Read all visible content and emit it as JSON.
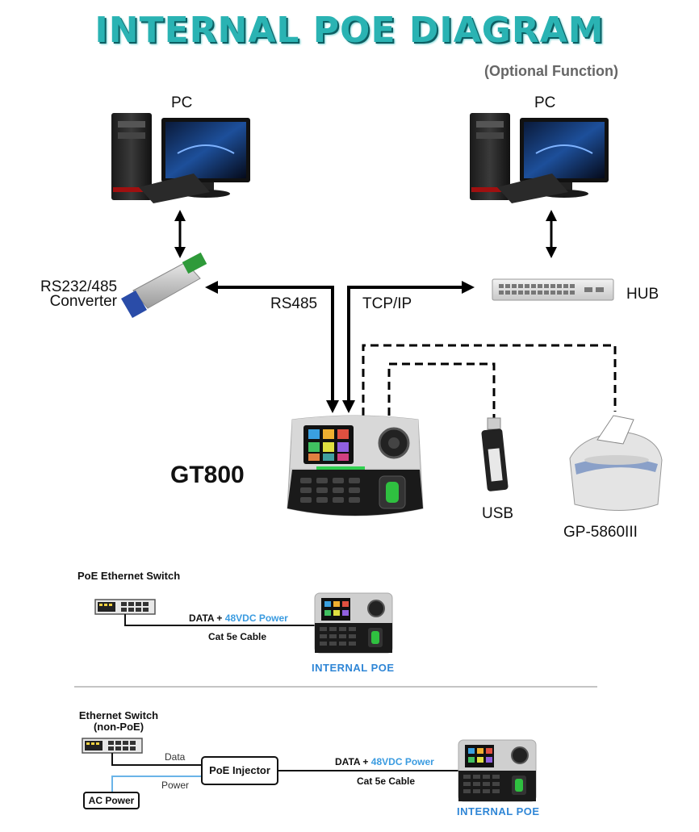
{
  "title": "INTERNAL POE DIAGRAM",
  "subtitle": "(Optional Function)",
  "top": {
    "pc_left_label": "PC",
    "pc_right_label": "PC",
    "converter_label_line1": "RS232/485",
    "converter_label_line2": "Converter",
    "hub_label": "HUB",
    "rs485_label": "RS485",
    "tcpip_label": "TCP/IP",
    "device_label": "GT800",
    "usb_label": "USB",
    "printer_label": "GP-5860III"
  },
  "poe_section": {
    "switch_title": "PoE Ethernet Switch",
    "data_label": "DATA +",
    "power_label": "48VDC Power",
    "cable_label": "Cat 5e Cable",
    "caption": "INTERNAL POE"
  },
  "non_poe_section": {
    "switch_title_line1": "Ethernet Switch",
    "switch_title_line2": "(non-PoE)",
    "data_line_label": "Data",
    "power_line_label": "Power",
    "injector_label": "PoE Injector",
    "ac_power_label": "AC Power",
    "data_label": "DATA +",
    "power_label": "48VDC Power",
    "cable_label": "Cat 5e Cable",
    "caption": "INTERNAL POE"
  }
}
